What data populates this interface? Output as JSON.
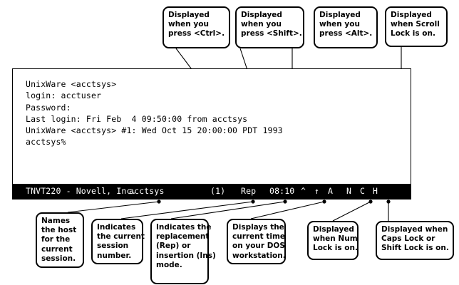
{
  "terminal": {
    "lines": [
      "UnixWare <acctsys>",
      "",
      "login: acctuser",
      "Password:",
      "Last login: Fri Feb  4 09:50:00 from acctsys",
      "UnixWare <acctsys> #1: Wed Oct 15 20:00:00 PDT 1993",
      "acctsys%"
    ],
    "status_bar": {
      "product": "TNVT220 - Novell, Inc.",
      "host": "acctsys",
      "session_number": "(1)",
      "mode": "Rep",
      "time": "08:10",
      "ctrl_indicator": "^",
      "shift_indicator": "↑",
      "alt_indicator": "A",
      "num_lock_indicator": "N",
      "caps_lock_indicator": "C",
      "scroll_lock_indicator": "H",
      "background": "#000000",
      "foreground": "#ffffff"
    }
  },
  "callouts": {
    "ctrl": [
      "Displayed",
      "when you",
      "press <Ctrl>."
    ],
    "shift": [
      "Displayed",
      "when you",
      "press <Shift>."
    ],
    "alt": [
      "Displayed",
      "when you",
      "press <Alt>."
    ],
    "scroll": [
      "Displayed",
      "when Scroll",
      "Lock is on."
    ],
    "host": [
      "Names",
      "the host",
      "for the",
      "current",
      "session."
    ],
    "session_number": [
      "Indicates",
      "the current",
      "session",
      "number."
    ],
    "mode": [
      "Indicates the",
      "replacement",
      "(Rep) or",
      "insertion (Ins)",
      "mode."
    ],
    "time": [
      "Displays the",
      "current time",
      "on your DOS",
      "workstation."
    ],
    "num_lock": [
      "Displayed",
      "when Num",
      "Lock is on."
    ],
    "caps_lock": [
      "Displayed when",
      "Caps Lock or",
      "Shift Lock is on."
    ]
  }
}
